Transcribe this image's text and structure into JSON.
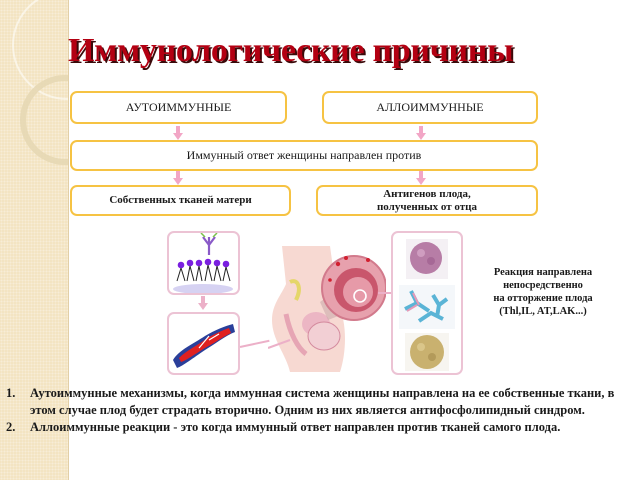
{
  "slide": {
    "title": "Иммунологические причины"
  },
  "diagram": {
    "top_boxes": {
      "autoimmune": "АУТОИММУННЫЕ",
      "alloimmune": "АЛЛОИММУННЫЕ"
    },
    "response_box": "Иммунный ответ женщины направлен против",
    "target_boxes": {
      "own_tissues": "Собственных тканей матери",
      "fetal_antigens_line1": "Антигенов плода,",
      "fetal_antigens_line2": "полученных от отца"
    },
    "arrow_color": "#f2a6c6",
    "box_border_color": "#f6c343"
  },
  "illustrations": {
    "left_top": "antibody-membrane-illustration",
    "left_bottom": "damaged-blood-vessel-illustration",
    "center": "pelvis-uterus-cross-section-illustration",
    "right": [
      "pink-immune-cell",
      "blue-antibodies",
      "yellow-immune-cell"
    ]
  },
  "reaction_note": {
    "line1": "Реакция направлена",
    "line2": "непосредственно",
    "line3": "на отторжение плода",
    "line4": "(Thl,IL, AT,LAK...)"
  },
  "notes": [
    {
      "number": "1.",
      "text": "Аутоиммунные механизмы, когда иммунная система женщины направлена на ее собственные ткани, в этом случае плод будет страдать вторично. Одним из них является антифосфолипидный синдром."
    },
    {
      "number": "2.",
      "text": "Аллоиммунные реакции - это когда иммунный ответ направлен против тканей самого плода."
    }
  ],
  "colors": {
    "title": "#b30012",
    "side_strip": "#f3e4c2",
    "card_border": "#ecc3d4"
  }
}
